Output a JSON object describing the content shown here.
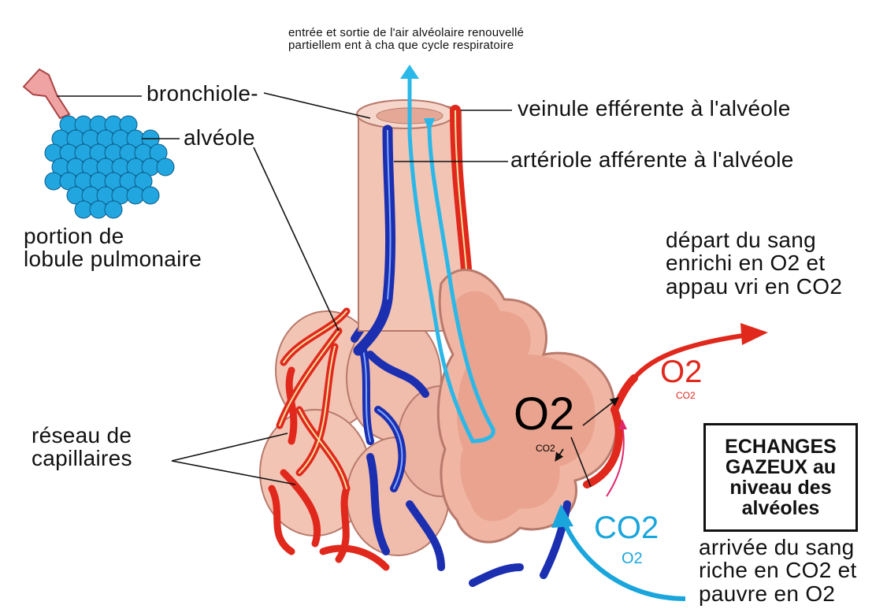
{
  "labels": {
    "air_note": "entrée et sortie de l'air alvéolaire renouvellé\npartiellem ent à cha que cycle respiratoire",
    "bronchiole": "bronchiole-",
    "alveole": "alvéole",
    "lobule": "portion de\nlobule pulmonaire",
    "veinule": "veinule efférente à l'alvéole",
    "arteriole": "artériole afférente à l'alvéole",
    "depart": "départ du sang\nenrichi en O2 et\nappau vri en CO2",
    "capillaires": "réseau de\ncapillaires",
    "arrivee": "arrivée du sang\nriche en CO2 et\npauvre en O2"
  },
  "gas": {
    "o2_center": "O2",
    "co2_center_small": "CO2",
    "o2_out": "O2",
    "co2_out_small": "CO2",
    "co2_in": "CO2",
    "o2_in_small": "O2"
  },
  "title_box": "ECHANGES\nGAZEUX au\nniveau des\nalvéoles",
  "colors": {
    "tissue": "#f2c4b4",
    "tissue_dark": "#c98878",
    "artery_red": "#e0281c",
    "vein_blue": "#1b2fb0",
    "air_cyan": "#2ab8e8",
    "alveole_blue": "#22a6e0"
  }
}
